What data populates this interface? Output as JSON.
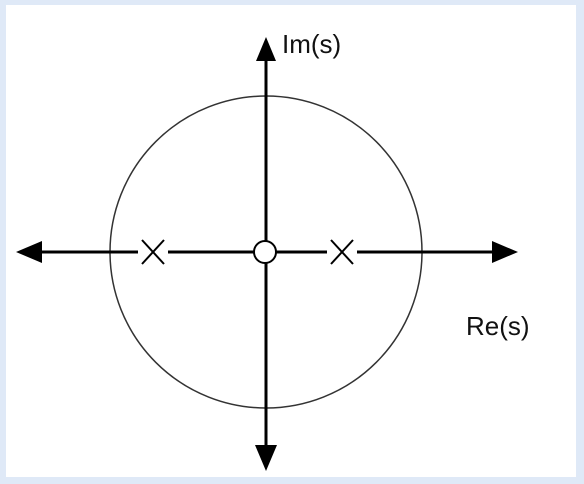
{
  "diagram": {
    "imaginary_axis_label": "Im(s)",
    "real_axis_label": "Re(s)",
    "poles": [
      {
        "marker": "pole-x-marker",
        "re": -1
      },
      {
        "marker": "pole-x-marker",
        "re": 1
      }
    ],
    "zeros": [
      {
        "marker": "zero-o-marker",
        "re": 0
      }
    ],
    "colors": {
      "axis": "#000000",
      "circle": "#333333",
      "background": "#ffffff",
      "border": "#dfe9f7"
    }
  }
}
